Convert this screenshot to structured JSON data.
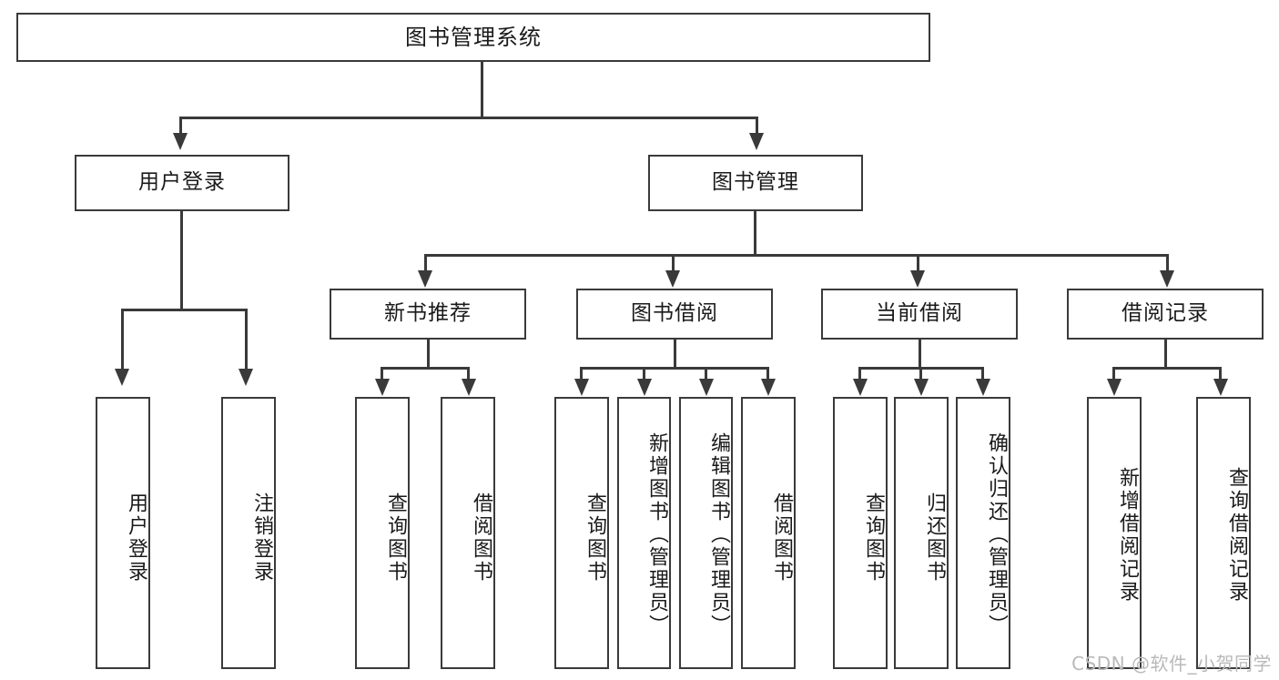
{
  "diagram": {
    "title": "图书管理系统",
    "type": "hierarchy-tree",
    "watermark": "CSDN @软件_小贺同学",
    "colors": {
      "stroke": "#3a3a3a",
      "fill": "#ffffff",
      "text": "#1a1a1a",
      "watermark": "#b9b9b9"
    },
    "levels": {
      "root": {
        "label": "图书管理系统"
      },
      "level2": [
        {
          "id": "user-login",
          "label": "用户登录"
        },
        {
          "id": "book-management",
          "label": "图书管理"
        }
      ],
      "level3": [
        {
          "id": "new-book-recommend",
          "label": "新书推荐",
          "parent": "book-management"
        },
        {
          "id": "book-borrow",
          "label": "图书借阅",
          "parent": "book-management"
        },
        {
          "id": "current-borrow",
          "label": "当前借阅",
          "parent": "book-management"
        },
        {
          "id": "borrow-record",
          "label": "借阅记录",
          "parent": "book-management"
        }
      ],
      "leaves": [
        {
          "id": "leaf-user-login",
          "label": "用户登录",
          "parent": "user-login"
        },
        {
          "id": "leaf-logout-login",
          "label": "注销登录",
          "parent": "user-login"
        },
        {
          "id": "leaf-query-book-1",
          "label": "查询图书",
          "parent": "new-book-recommend"
        },
        {
          "id": "leaf-borrow-book-1",
          "label": "借阅图书",
          "parent": "new-book-recommend"
        },
        {
          "id": "leaf-query-book-2",
          "label": "查询图书",
          "parent": "book-borrow"
        },
        {
          "id": "leaf-add-book",
          "label": "新增图书（管理员）",
          "parent": "book-borrow"
        },
        {
          "id": "leaf-edit-book",
          "label": "编辑图书（管理员）",
          "parent": "book-borrow"
        },
        {
          "id": "leaf-borrow-book-2",
          "label": "借阅图书",
          "parent": "book-borrow"
        },
        {
          "id": "leaf-query-book-3",
          "label": "查询图书",
          "parent": "current-borrow"
        },
        {
          "id": "leaf-return-book",
          "label": "归还图书",
          "parent": "current-borrow"
        },
        {
          "id": "leaf-confirm-return",
          "label": "确认归还（管理员）",
          "parent": "current-borrow"
        },
        {
          "id": "leaf-add-record",
          "label": "新增借阅记录",
          "parent": "borrow-record"
        },
        {
          "id": "leaf-query-record",
          "label": "查询借阅记录",
          "parent": "borrow-record"
        }
      ]
    }
  }
}
